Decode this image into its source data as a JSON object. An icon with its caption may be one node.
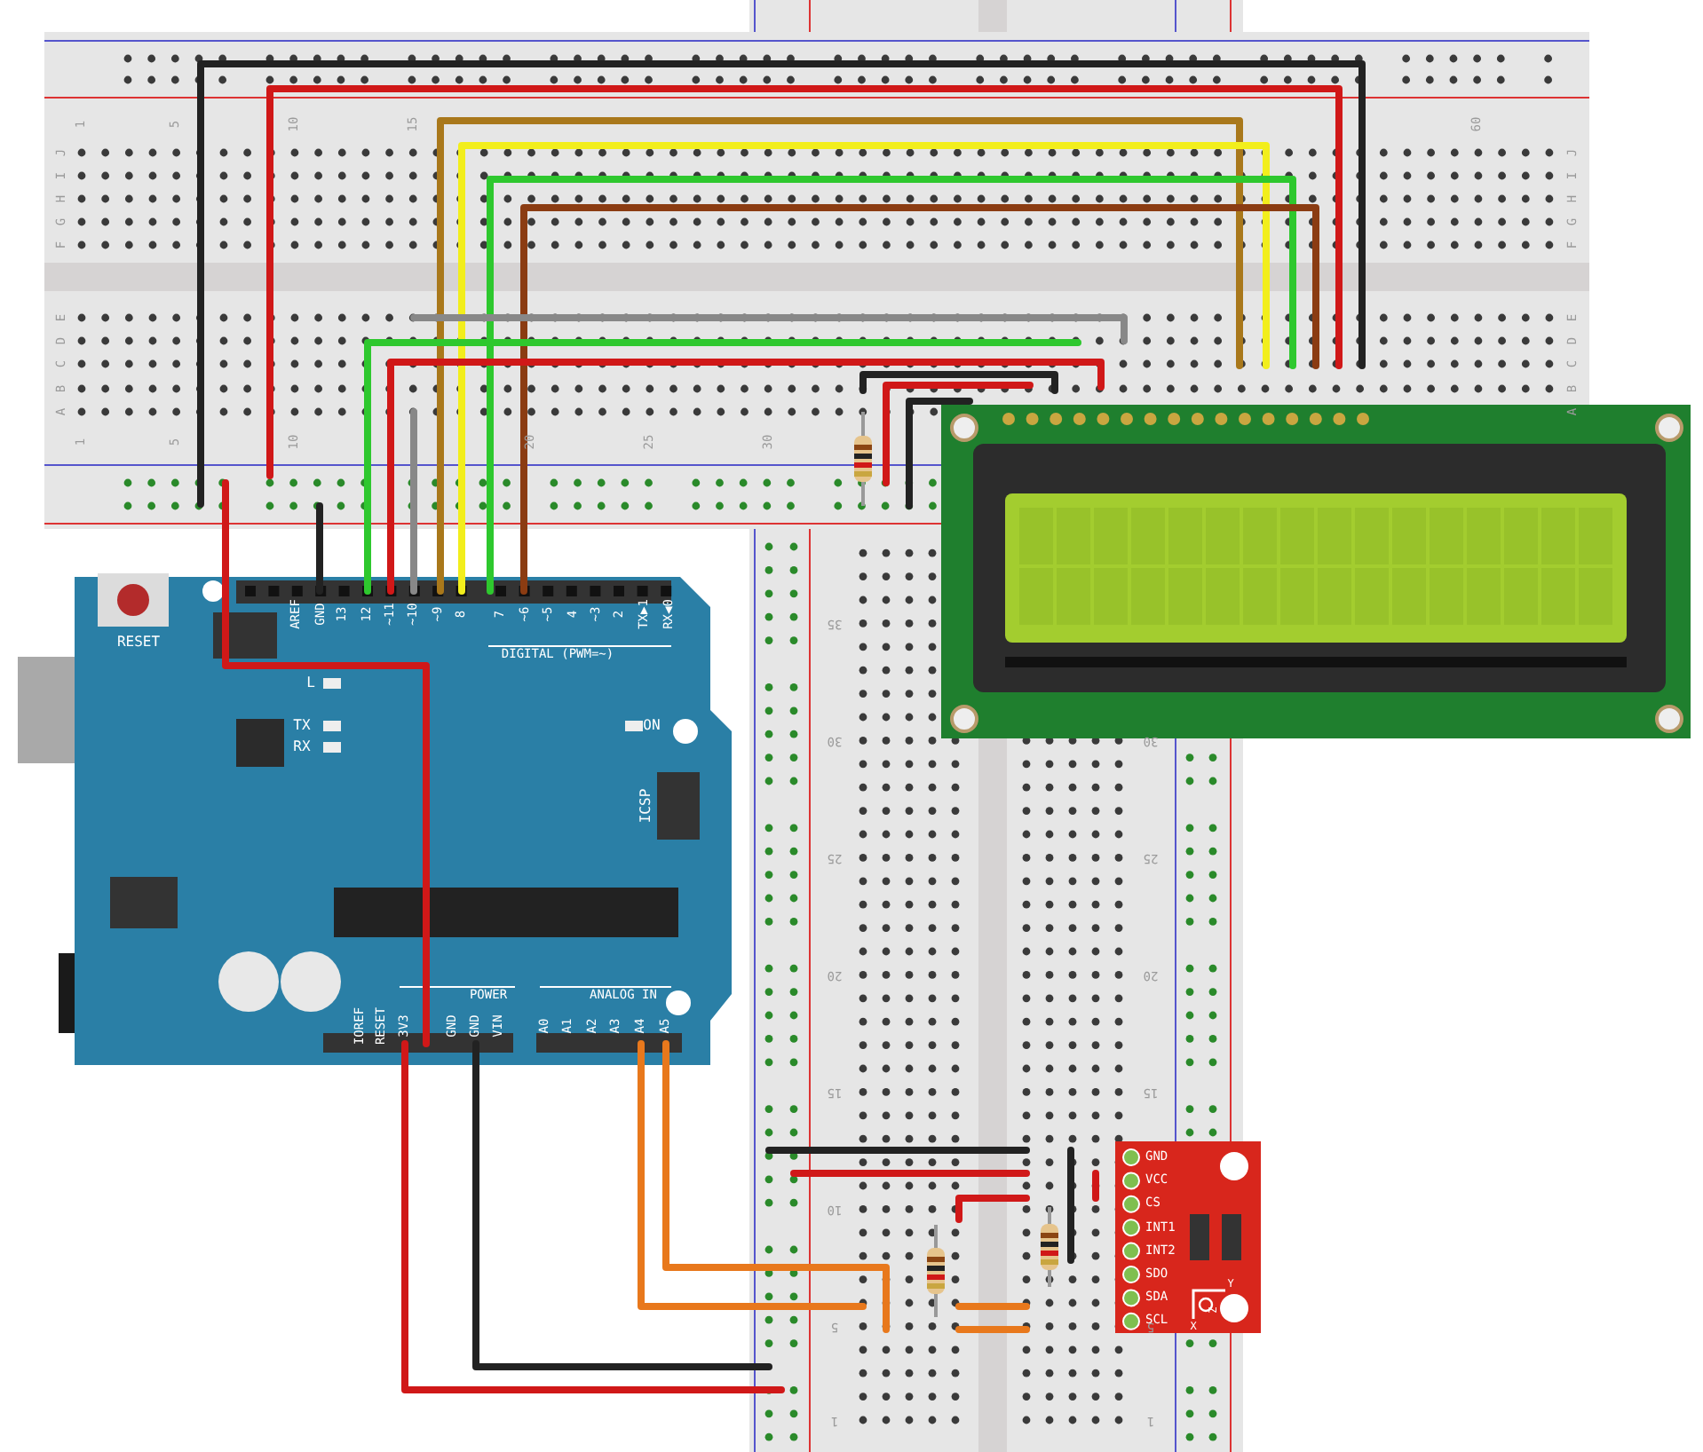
{
  "diagram": {
    "labels": [
      "RESET",
      "AREF",
      "GND",
      "13",
      "12",
      "~11",
      "~10",
      "~9",
      "8",
      "7",
      "~6",
      "~5",
      "4",
      "~3",
      "2",
      "TX▶1",
      "RX◀0",
      "DIGITAL (PWM=~)",
      "L",
      "TX",
      "RX",
      "ON",
      "ICSP",
      "IOREF",
      "RESET",
      "3V3",
      "GND",
      "GND",
      "VIN",
      "POWER",
      "ANALOG IN",
      "A0",
      "A1",
      "A2",
      "A3",
      "A4",
      "A5",
      "GND",
      "VCC",
      "CS",
      "INT1",
      "INT2",
      "SDO",
      "SDA",
      "SCL",
      "Y",
      "Z",
      "X",
      "1",
      "5",
      "10",
      "15",
      "60",
      "J",
      "I",
      "H",
      "G",
      "F",
      "E",
      "D",
      "C",
      "B",
      "A",
      "J",
      "I",
      "H",
      "G",
      "F",
      "E",
      "D",
      "C",
      "B",
      "A",
      "1",
      "5",
      "10",
      "20",
      "25",
      "30",
      "35",
      "30",
      "25",
      "20",
      "15",
      "10",
      "5",
      "1",
      "30",
      "25",
      "20",
      "15",
      "5",
      "1"
    ]
  }
}
